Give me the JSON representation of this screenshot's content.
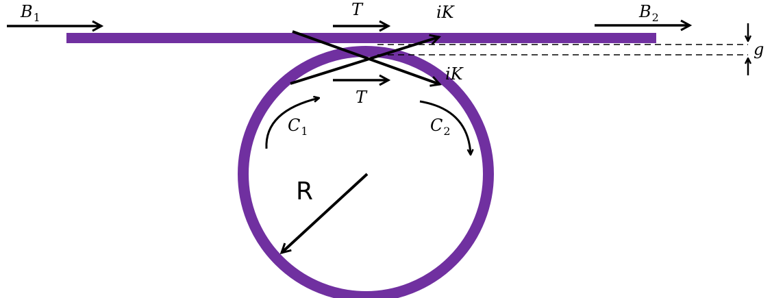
{
  "colors": {
    "waveguide": "#7030A0",
    "arrow": "#000000",
    "background": "#ffffff"
  },
  "labels": {
    "b1": {
      "main": "B",
      "sub": "1"
    },
    "b2": {
      "main": "B",
      "sub": "2"
    },
    "t_top": "T",
    "t_bottom": "T",
    "ik_top": "iK",
    "ik_bottom": "iK",
    "c1": {
      "main": "C",
      "sub": "1"
    },
    "c2": {
      "main": "C",
      "sub": "2"
    },
    "gap": "g",
    "radius": "R"
  }
}
